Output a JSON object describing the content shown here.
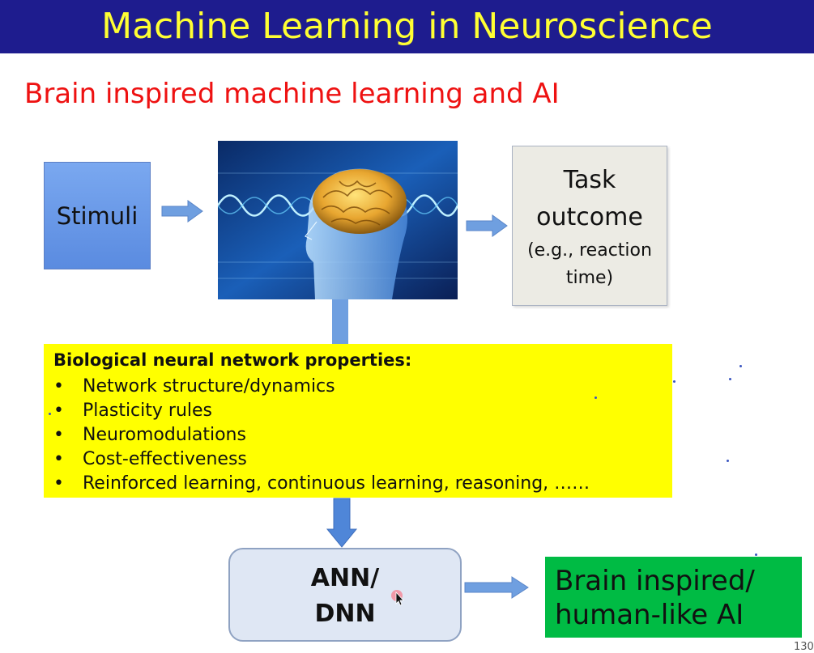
{
  "slide": {
    "title": "Machine Learning in Neuroscience",
    "subtitle": "Brain inspired machine learning and AI",
    "page_number": "130"
  },
  "flow": {
    "stimuli_label": "Stimuli",
    "image_icon": "brain-head-image",
    "task_line1": "Task",
    "task_line2": "outcome",
    "task_note": "(e.g., reaction time)",
    "properties_heading": "Biological neural network properties:",
    "properties": [
      "Network structure/dynamics",
      "Plasticity rules",
      "Neuromodulations",
      "Cost-effectiveness",
      "Reinforced learning, continuous learning, reasoning, ……"
    ],
    "bullet": "•",
    "ann_line1": "ANN/",
    "ann_line2": "DNN",
    "ai_line1": "Brain inspired/",
    "ai_line2": "human-like AI"
  },
  "colors": {
    "title_bg": "#1e1c8e",
    "title_text": "#ffff33",
    "subtitle_text": "#ee1111",
    "stimuli_box": "#6b9be8",
    "properties_box": "#ffff00",
    "ai_box": "#00bb44",
    "arrow": "#6f9fe0"
  }
}
